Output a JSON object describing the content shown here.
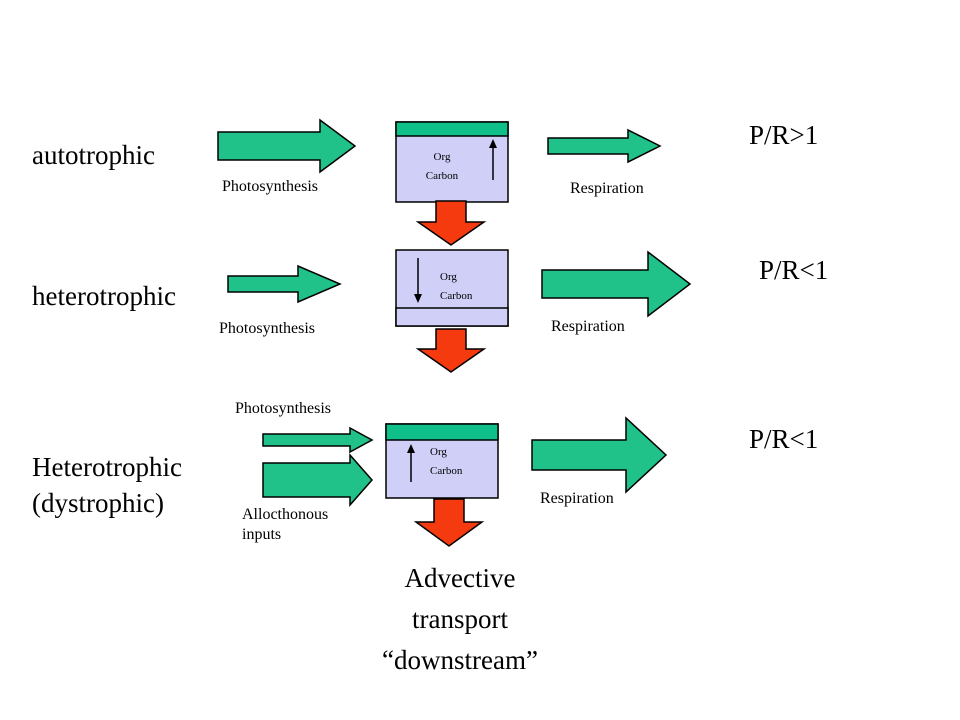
{
  "rows": [
    {
      "label": "autotrophic",
      "ratio": "P/R>1",
      "inputs": [
        "Photosynthesis"
      ],
      "output": "Respiration",
      "box": {
        "line1": "Org",
        "line2": "Carbon"
      }
    },
    {
      "label": "heterotrophic",
      "ratio": "P/R<1",
      "inputs": [
        "Photosynthesis"
      ],
      "output": "Respiration",
      "box": {
        "line1": "Org",
        "line2": "Carbon"
      }
    },
    {
      "label": "Heterotrophic",
      "label_line2": "(dystrophic)",
      "ratio": "P/R<1",
      "inputs": [
        "Photosynthesis",
        "Allocthonous",
        "inputs"
      ],
      "output": "Respiration",
      "box": {
        "line1": "Org",
        "line2": "Carbon"
      }
    }
  ],
  "export": {
    "line1": "Advective",
    "line2": "transport",
    "line3": "“downstream”"
  },
  "colors": {
    "flow_arrow": "#21c28a",
    "export_arrow": "#f53a0f",
    "box_fill": "#cfcff7",
    "box_band": "#10c08b",
    "outline": "#000000",
    "background": "#ffffff"
  },
  "icons": {
    "input_arrow": "green-right-arrow",
    "output_arrow": "green-right-arrow",
    "export_arrow": "red-down-arrow",
    "pool_change": "vertical-arrow"
  }
}
